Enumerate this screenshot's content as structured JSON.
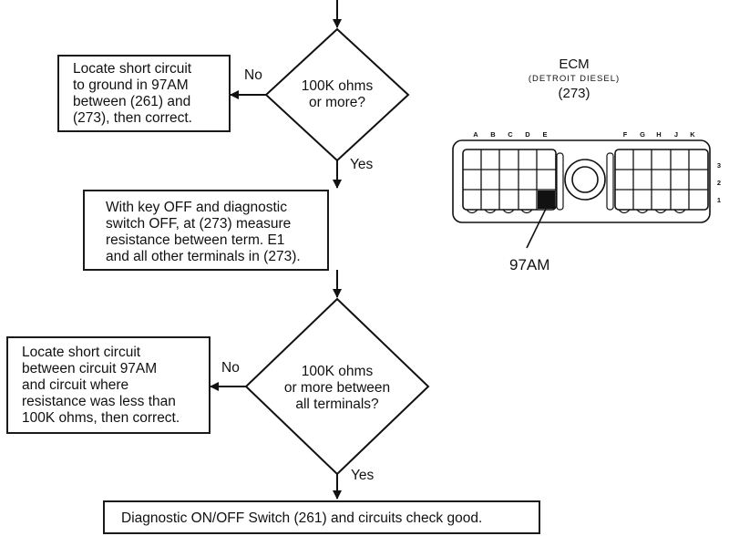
{
  "flowchart": {
    "box1": [
      "Locate short circuit",
      "to ground in 97AM",
      "between (261) and",
      "(273), then correct."
    ],
    "decision1": [
      "100K ohms",
      "or more?"
    ],
    "decision1_no": "No",
    "decision1_yes": "Yes",
    "box2": [
      "With key OFF and diagnostic",
      "switch OFF, at (273) measure",
      "resistance between term. E1",
      "and all other terminals in (273)."
    ],
    "box3": [
      "Locate short circuit",
      "between circuit 97AM",
      "and circuit where",
      "resistance was less than",
      "100K ohms, then correct."
    ],
    "decision2": [
      "100K ohms",
      "or more between",
      "all terminals?"
    ],
    "decision2_no": "No",
    "decision2_yes": "Yes",
    "final_box": "Diagnostic ON/OFF Switch (261) and circuits check good."
  },
  "connector": {
    "title": "ECM",
    "subtitle": "(DETROIT DIESEL)",
    "ref": "(273)",
    "left_letters": [
      "A",
      "B",
      "C",
      "D",
      "E"
    ],
    "right_letters": [
      "F",
      "G",
      "H",
      "J",
      "K"
    ],
    "row_numbers": [
      "3",
      "2",
      "1"
    ],
    "callout": "97AM"
  }
}
